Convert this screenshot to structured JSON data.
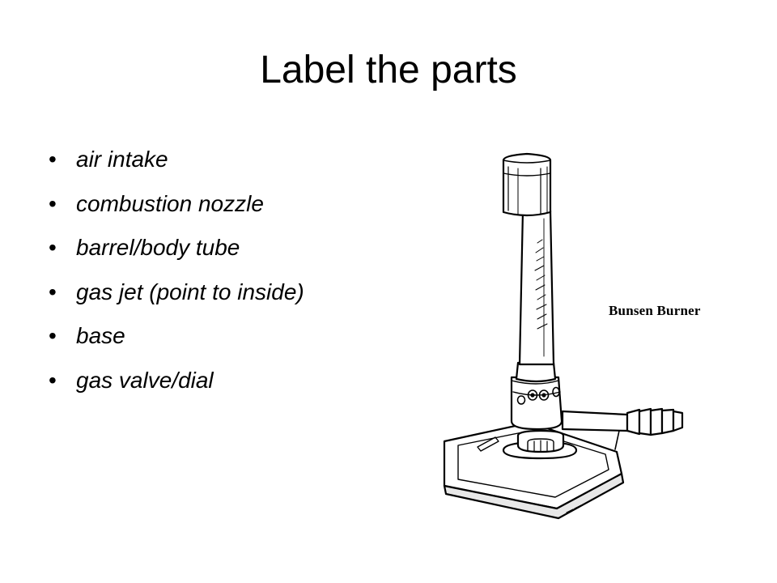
{
  "slide": {
    "title": "Label the parts",
    "bullets": [
      "air intake",
      "combustion nozzle",
      "barrel/body tube",
      "gas jet (point to inside)",
      "base",
      "gas valve/dial"
    ],
    "bullet_symbol": "•"
  },
  "diagram": {
    "caption": "Bunsen Burner",
    "line_color": "#000000"
  }
}
